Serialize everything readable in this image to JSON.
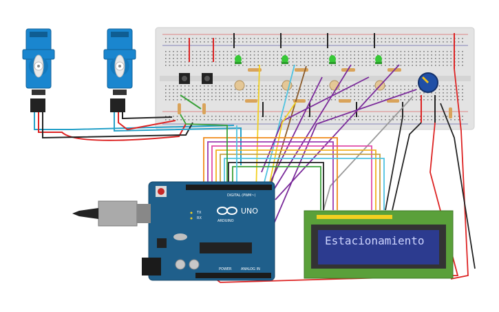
{
  "lcd": {
    "text": "Estacionamiento"
  },
  "arduino": {
    "brand": "ARDUINO",
    "model": "UNO",
    "digital_label": "DIGITAL (PWM~)",
    "analog_label": "ANALOG IN",
    "power_label": "POWER",
    "tx_label": "TX",
    "rx_label": "RX"
  },
  "colors": {
    "board": "#1f5f8b",
    "breadboard": "#e6e6e6",
    "lcd_pcb": "#5aa03a",
    "lcd_screen": "#2c3b8f",
    "servo": "#1a86cf"
  }
}
